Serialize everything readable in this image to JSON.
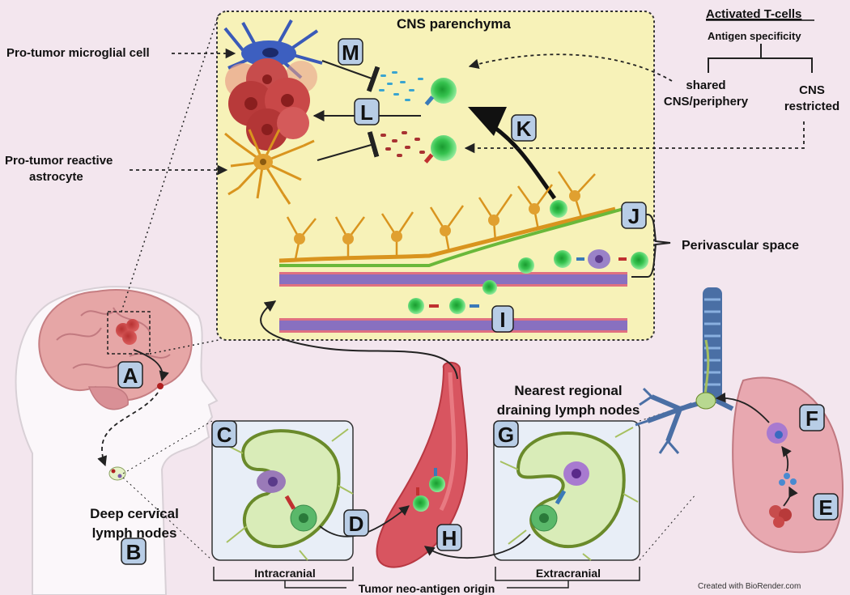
{
  "title": "CNS parenchyma",
  "labels": {
    "microglia": "Pro-tumor microglial cell",
    "astrocyte_line1": "Pro-tumor reactive",
    "astrocyte_line2": "astrocyte",
    "activated": "Activated T-cells",
    "antigen": "Antigen specificity",
    "shared_line1": "shared",
    "shared_line2": "CNS/periphery",
    "cns_line1": "CNS",
    "cns_line2": "restricted",
    "perivascular": "Perivascular space",
    "nearest_line1": "Nearest regional",
    "nearest_line2": "draining lymph nodes",
    "deep_line1": "Deep cervical",
    "deep_line2": "lymph nodes",
    "intracranial": "Intracranial",
    "extracranial": "Extracranial",
    "origin": "Tumor neo-antigen origin",
    "credit": "Created with BioRender.com"
  },
  "letters": {
    "A": "A",
    "B": "B",
    "C": "C",
    "D": "D",
    "E": "E",
    "F": "F",
    "G": "G",
    "H": "H",
    "I": "I",
    "J": "J",
    "K": "K",
    "L": "L",
    "M": "M"
  },
  "colors": {
    "background": "#f3e6ee",
    "parenchyma": "#f7f2b8",
    "letter_box": "#b8cde6",
    "tcell": "#3dd65a",
    "astrocyte": "#d9941e",
    "microglia": "#3a5ab8",
    "vessel": "#d85560",
    "lymph_node": "#d9ecb8",
    "lung": "#e8a8b0",
    "trachea": "#4a6fa5"
  }
}
